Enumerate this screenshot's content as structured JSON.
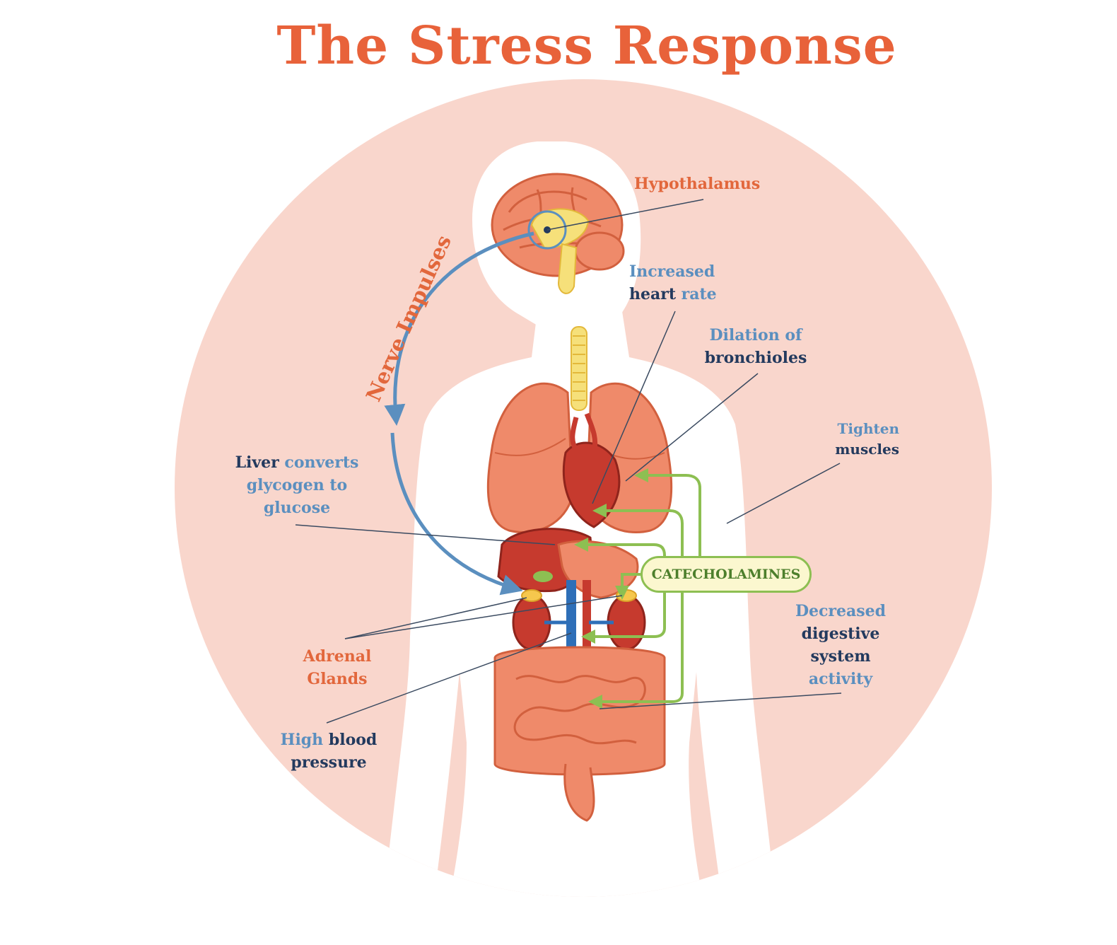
{
  "title": "The Stress Response",
  "colors": {
    "title": "#e8623a",
    "background_circle": "#f9d6cc",
    "body_silhouette": "#ffffff",
    "organs": "#ef8a6a",
    "label_light": "#5b8fbf",
    "label_dark": "#233a5e",
    "label_orange": "#e2673c",
    "catecholamine_arrows": "#8dbf52",
    "nerve_arrow": "#5b8fbf"
  },
  "labels": {
    "hypothalamus": "Hypothalamus",
    "nerve_impulses": "Nerve Impulses",
    "heart_rate": {
      "part1": "Increased",
      "part2_bold": "heart",
      "part2_rest": " rate"
    },
    "bronchioles": {
      "part1": "Dilation of",
      "part2": "bronchioles"
    },
    "muscles": {
      "part1": "Tighten",
      "part2": "muscles"
    },
    "liver": {
      "part1_bold": "Liver",
      "part1_rest": " converts",
      "part2": "glycogen to",
      "part3": "glucose"
    },
    "catecholamines": "CATECHOLAMINES",
    "adrenal": {
      "part1": "Adrenal",
      "part2": "Glands"
    },
    "digestive": {
      "part1": "Decreased",
      "part2": "digestive",
      "part3": "system",
      "part4": "activity"
    },
    "blood_pressure": {
      "part1_light": "High",
      "part1_dark": " blood",
      "part2": "pressure"
    }
  }
}
